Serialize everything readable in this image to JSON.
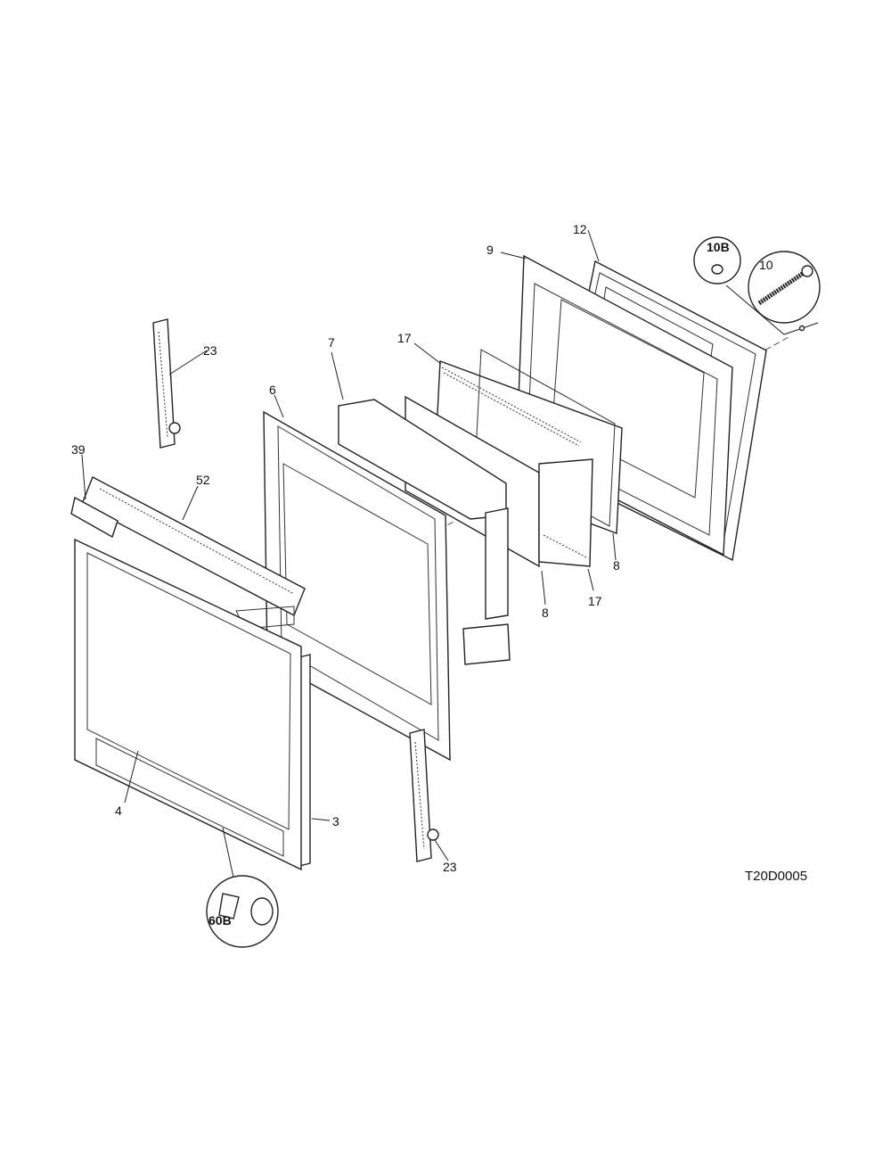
{
  "labels": {
    "p3": "3",
    "p4": "4",
    "p6": "6",
    "p7": "7",
    "p8a": "8",
    "p8b": "8",
    "p9": "9",
    "p10": "10",
    "p10b": "10B",
    "p12": "12",
    "p17a": "17",
    "p17b": "17",
    "p23a": "23",
    "p23b": "23",
    "p39": "39",
    "p52": "52",
    "p60b": "60B"
  },
  "diagram_code": "T20D0005"
}
